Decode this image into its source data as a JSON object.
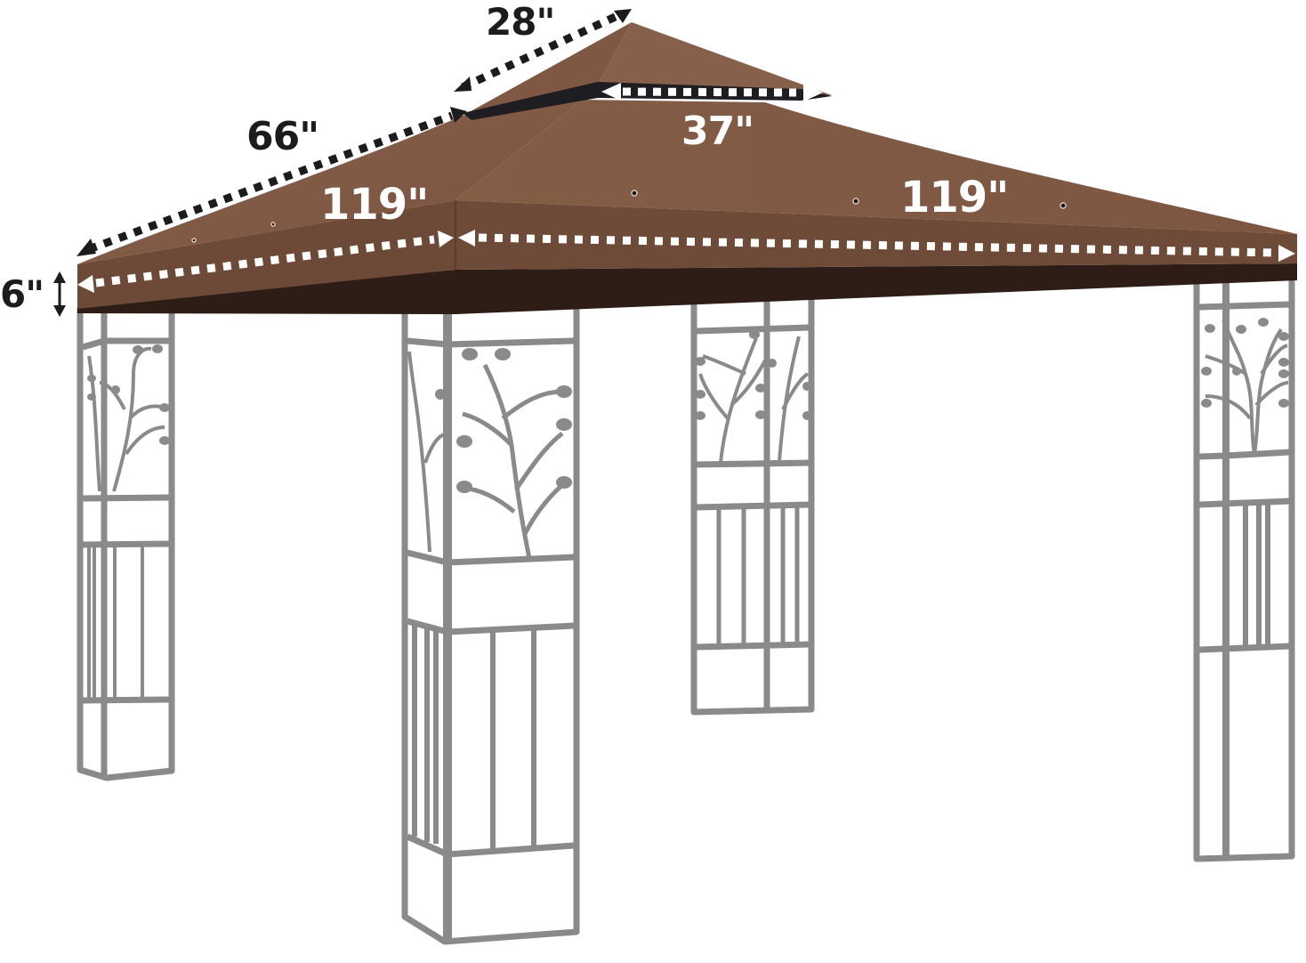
{
  "product": {
    "subject": "Gazebo replacement canopy (double tier) with metal leaf-pattern frame",
    "canopy_color": "#7e5843",
    "canopy_side_color": "#6d4a37",
    "canopy_shadow_color": "#2e1d17",
    "frame_color": "#8a8a8a",
    "vent_color": "#1e1e22"
  },
  "dimensions": {
    "top_vent_depth": {
      "label": "28\"",
      "color": "#1c1c1c"
    },
    "top_vent_width": {
      "label": "37\"",
      "color": "#ffffff"
    },
    "roof_slope": {
      "label": "66\"",
      "color": "#1c1c1c"
    },
    "left_side_length": {
      "label": "119\"",
      "color": "#ffffff"
    },
    "right_side_length": {
      "label": "119\"",
      "color": "#ffffff"
    },
    "valance_height": {
      "label": "6\"",
      "color": "#1c1c1c"
    }
  }
}
